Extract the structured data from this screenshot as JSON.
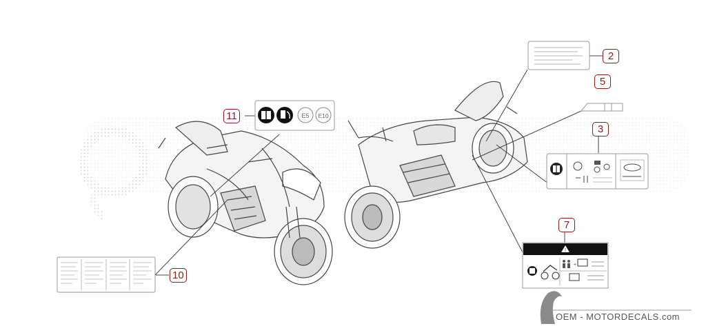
{
  "callouts": {
    "c2": "2",
    "c5": "5",
    "c3": "3",
    "c7": "7",
    "c10": "10",
    "c11": "11"
  },
  "label_11": {
    "badge_e5": "E5",
    "badge_e10": "E10"
  },
  "watermark": {
    "text": "OEM - MOTORDECALS.com"
  },
  "colors": {
    "callout": "#8b1a1a",
    "line": "#444444",
    "decal_border": "#999999"
  }
}
